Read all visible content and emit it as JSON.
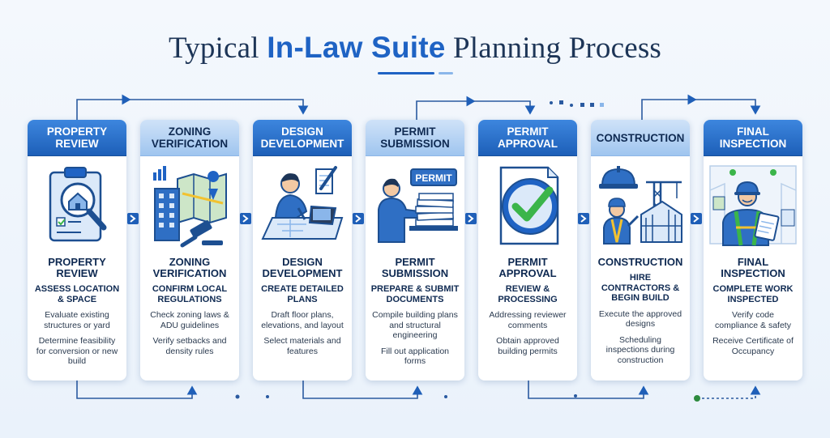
{
  "header": {
    "title_pre": "Typical ",
    "title_highlight": "In-Law Suite",
    "title_post": " Planning Process"
  },
  "colors": {
    "accent": "#1f63c4",
    "dark_text": "#1d3557",
    "check": "#3bb54a"
  },
  "steps": [
    {
      "header": "Property Review",
      "icon": "clipboard-house-magnifier-icon",
      "name": "Property Review",
      "subtitle": "Assess Location & Space",
      "details": [
        "Evaluate existing structures or yard",
        "Determine feasibility for conversion or new build"
      ]
    },
    {
      "header": "Zoning Verification",
      "icon": "city-map-gavel-icon",
      "name": "Zoning Verification",
      "subtitle": "Confirm Local Regulations",
      "details": [
        "Check zoning laws & ADU guidelines",
        "Verify setbacks and density rules"
      ]
    },
    {
      "header": "Design Development",
      "icon": "designer-laptop-icon",
      "name": "Design Development",
      "subtitle": "Create Detailed Plans",
      "details": [
        "Draft floor plans, elevations, and layout",
        "Select materials and features"
      ]
    },
    {
      "header": "Permit Submission",
      "icon": "permit-submission-icon",
      "name": "Permit Submission",
      "subtitle": "Prepare & Submit Documents",
      "details": [
        "Compile building plans and structural engineering",
        "Fill out application forms"
      ],
      "sign": "PERMIT"
    },
    {
      "header": "Permit Approval",
      "icon": "approved-checkmark-icon",
      "name": "Permit Approval",
      "subtitle": "Review & Processing",
      "details": [
        "Addressing reviewer comments",
        "Obtain approved building permits"
      ]
    },
    {
      "header": "Construction",
      "icon": "construction-crane-worker-icon",
      "name": "Construction",
      "subtitle": "Hire Contractors & Begin Build",
      "details": [
        "Execute the approved designs",
        "Scheduling inspections during construction"
      ]
    },
    {
      "header": "Final Inspection",
      "icon": "inspector-clipboard-icon",
      "name": "Final Inspection",
      "subtitle": "Complete Work Inspected",
      "details": [
        "Verify code compliance & safety",
        "Receive Certificate of Occupancy"
      ]
    }
  ]
}
